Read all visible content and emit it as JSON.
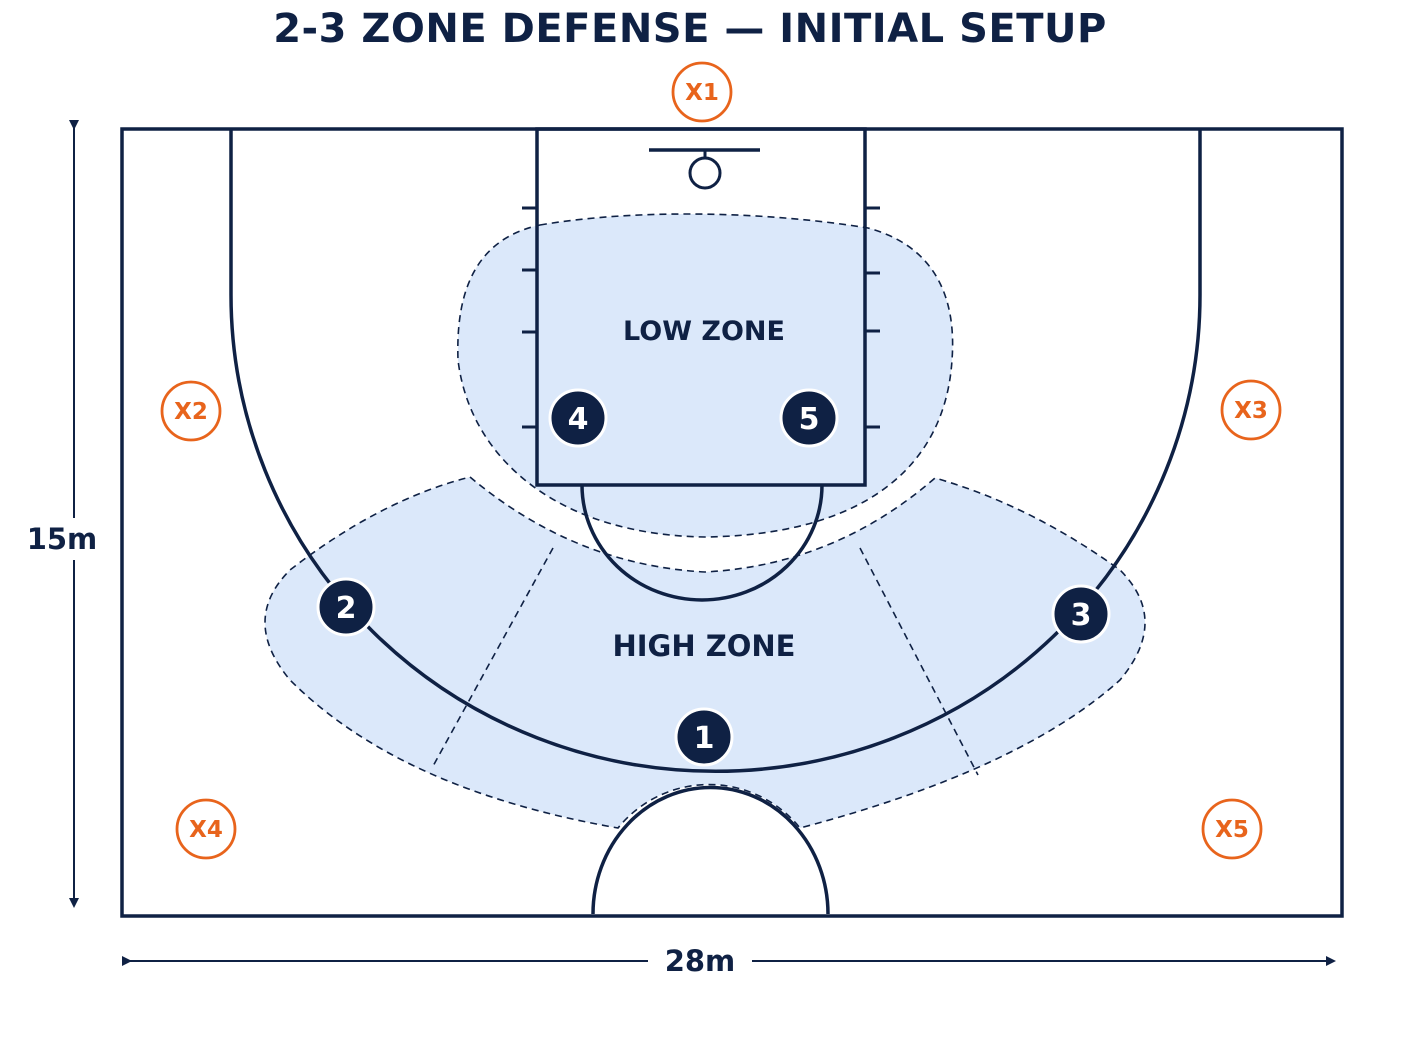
{
  "title": "2-3 ZONE DEFENSE — INITIAL SETUP",
  "dimensions": {
    "width": "28m",
    "height": "15m"
  },
  "zones": {
    "low": "LOW ZONE",
    "high": "HIGH ZONE"
  },
  "defenders": [
    {
      "id": "d1",
      "label": "1"
    },
    {
      "id": "d2",
      "label": "2"
    },
    {
      "id": "d3",
      "label": "3"
    },
    {
      "id": "d4",
      "label": "4"
    },
    {
      "id": "d5",
      "label": "5"
    }
  ],
  "offense": [
    {
      "id": "x1",
      "label": "X1"
    },
    {
      "id": "x2",
      "label": "X2"
    },
    {
      "id": "x3",
      "label": "X3"
    },
    {
      "id": "x4",
      "label": "X4"
    },
    {
      "id": "x5",
      "label": "X5"
    }
  ],
  "colors": {
    "court_line": "#0f2144",
    "zone_fill": "#dbe8fa",
    "defender": "#0f2144",
    "offense": "#e8641c"
  }
}
